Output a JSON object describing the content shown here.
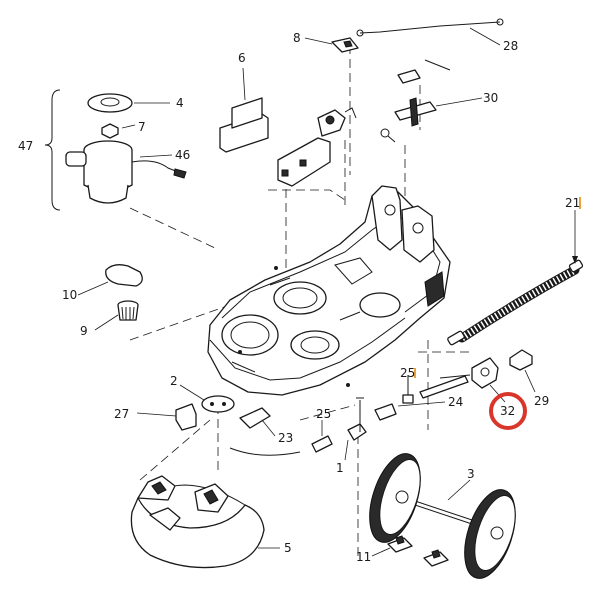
{
  "labels": {
    "l1": "1",
    "l2": "2",
    "l3": "3",
    "l4": "4",
    "l5": "5",
    "l6": "6",
    "l7": "7",
    "l8": "8",
    "l9": "9",
    "l10": "10",
    "l11": "11",
    "l21": "21",
    "l23": "23",
    "l24": "24",
    "l25a": "25",
    "l25b": "25",
    "l27": "27",
    "l28": "28",
    "l29": "29",
    "l30": "30",
    "l32": "32",
    "l46": "46",
    "l47": "47"
  },
  "highlight": {
    "color": "#d9362b"
  },
  "accent": {
    "color": "#e8a33a"
  }
}
